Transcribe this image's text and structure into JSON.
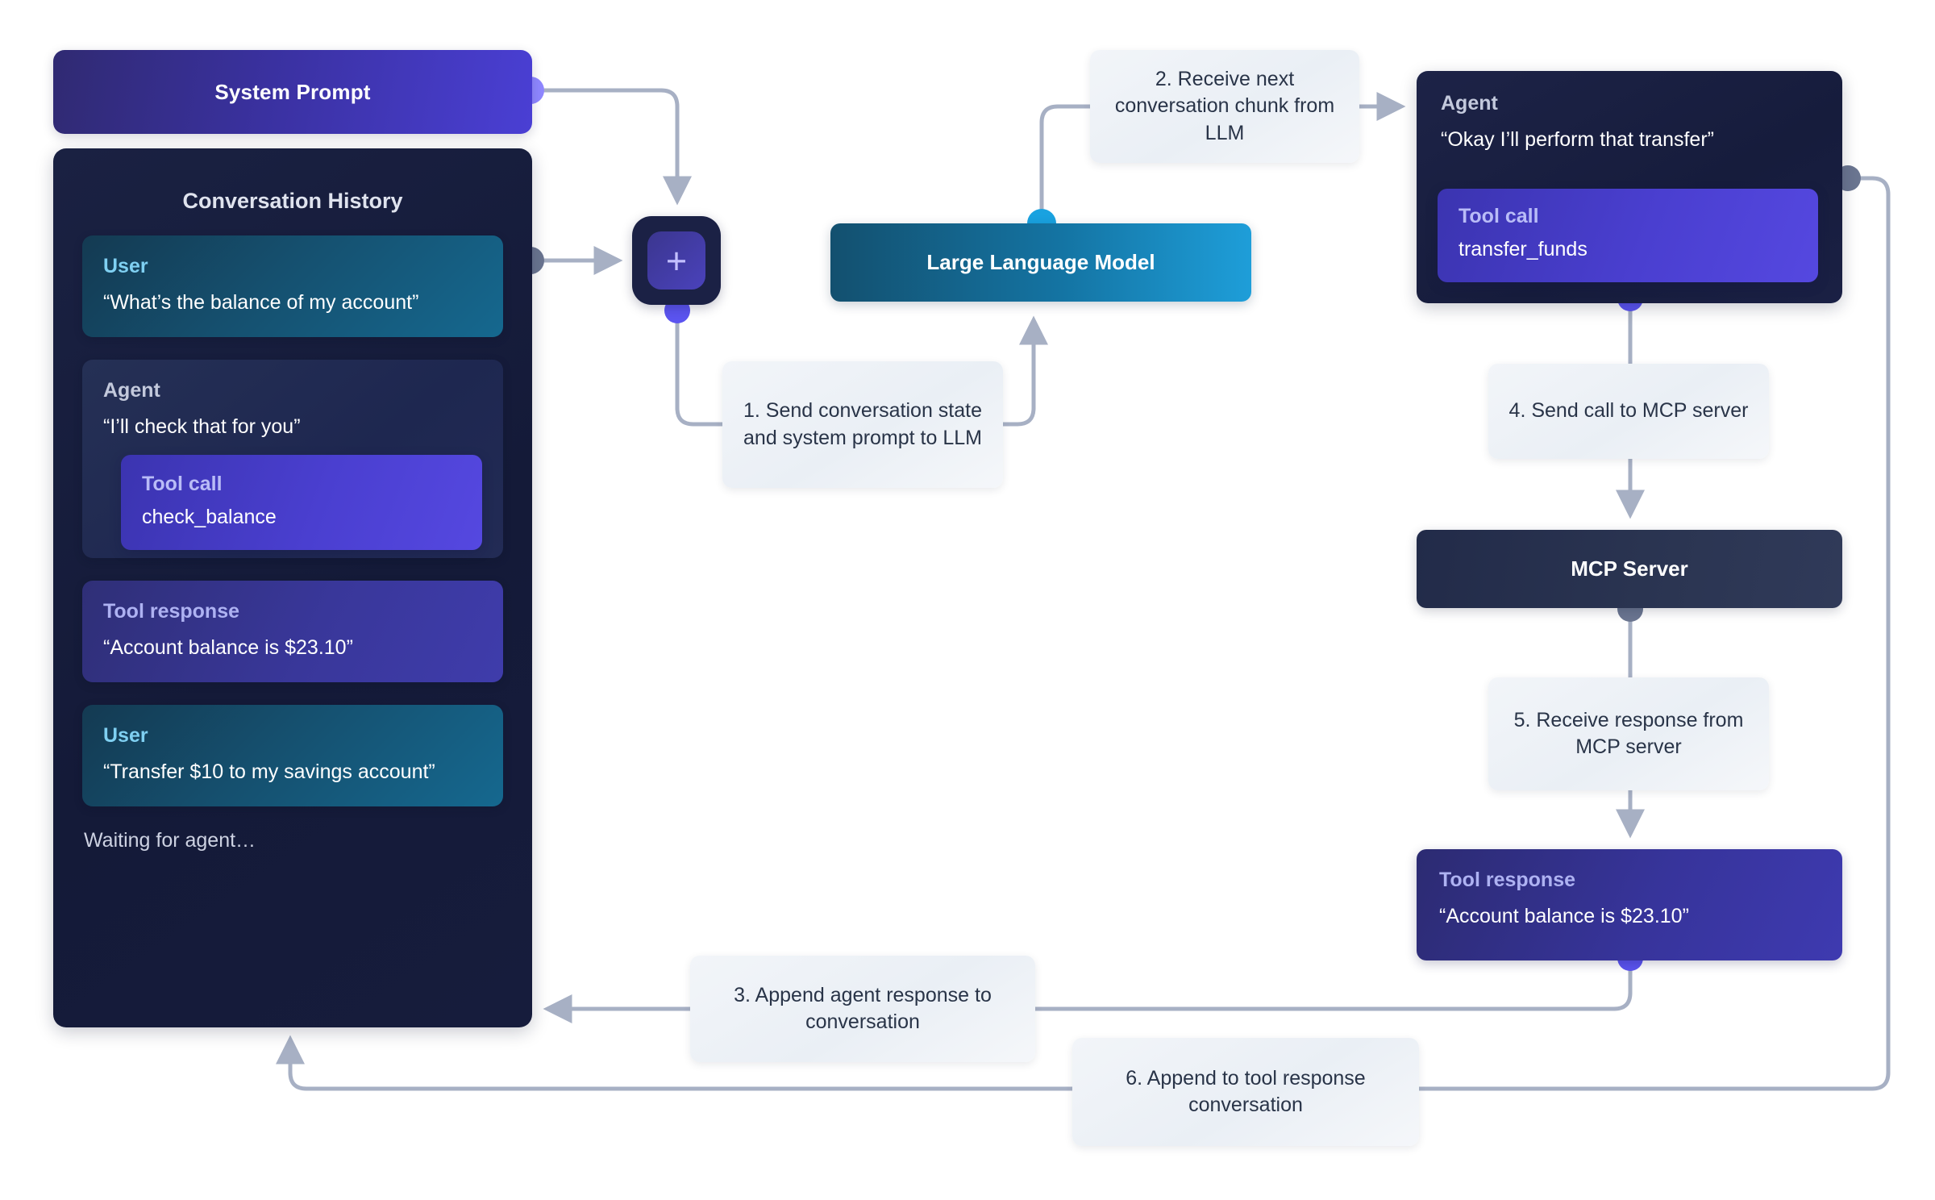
{
  "diagram": {
    "title": "Agent loop with LLM and MCP server",
    "colors": {
      "accent_purple": "#4a3fd0",
      "accent_blue": "#1e9ed9",
      "panel_dark": "#161c3c",
      "edge_gray": "#a7b0c4",
      "port_purple": "#5b54f0",
      "port_blue": "#19a2e0",
      "port_gray": "#6b7691",
      "callout_bg": "#eef2f7",
      "callout_text": "#293448"
    }
  },
  "system_prompt": {
    "label": "System Prompt"
  },
  "conversation_history": {
    "title": "Conversation History",
    "messages": [
      {
        "kind": "user",
        "role": "User",
        "text": "“What’s the balance of my account”"
      },
      {
        "kind": "agent",
        "role": "Agent",
        "text": "“I’ll check that for you”",
        "tool_call": {
          "label": "Tool call",
          "name": "check_balance"
        }
      },
      {
        "kind": "tool_response",
        "role": "Tool response",
        "text": "“Account balance is $23.10”"
      },
      {
        "kind": "user",
        "role": "User",
        "text": "“Transfer $10 to my savings account”"
      }
    ],
    "status": "Waiting for agent…"
  },
  "merge_node": {
    "glyph": "+",
    "name": "combine-inputs"
  },
  "llm": {
    "label": "Large Language Model"
  },
  "agent": {
    "role": "Agent",
    "text": "“Okay I’ll perform that transfer”",
    "tool_call": {
      "label": "Tool call",
      "name": "transfer_funds"
    }
  },
  "mcp_server": {
    "label": "MCP Server"
  },
  "tool_response": {
    "role": "Tool response",
    "text": "“Account balance is $23.10”"
  },
  "steps": [
    {
      "id": 1,
      "text": "1. Send conversation state and system prompt to LLM"
    },
    {
      "id": 2,
      "text": "2. Receive next conversation chunk from LLM"
    },
    {
      "id": 3,
      "text": "3. Append agent response to conversation"
    },
    {
      "id": 4,
      "text": "4. Send call to MCP server"
    },
    {
      "id": 5,
      "text": "5. Receive response from MCP server"
    },
    {
      "id": 6,
      "text": "6. Append to tool response conversation"
    }
  ]
}
